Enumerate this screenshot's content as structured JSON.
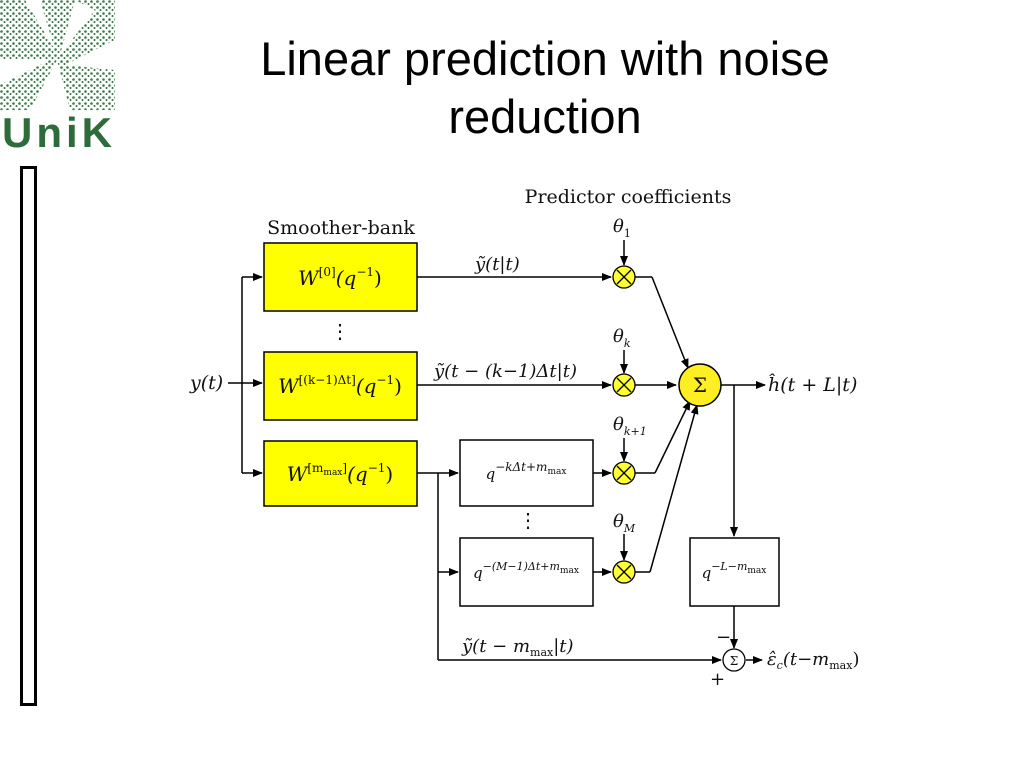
{
  "slide": {
    "title_line1": "Linear prediction with noise",
    "title_line2": "reduction"
  },
  "logo": {
    "text": "UniK",
    "color": "#2e6b3a"
  },
  "diagram": {
    "header_predictor": "Predictor coefficients",
    "header_smoother": "Smoother-bank",
    "input_label": "y(t)",
    "smoother_boxes": [
      {
        "base": "W",
        "sup": "[0]",
        "arg": "(q",
        "arg_sup": "−1",
        "close": ")"
      },
      {
        "base": "W",
        "sup": "[(k−1)Δt]",
        "arg": "(q",
        "arg_sup": "−1",
        "close": ")"
      },
      {
        "base": "W",
        "sup": "[m",
        "sup_sub": "max",
        "sup_end": "]",
        "arg": "(q",
        "arg_sup": "−1",
        "close": ")"
      }
    ],
    "signal_1": "ỹ(t|t)",
    "signal_k": "ỹ(t − (k−1)Δt|t)",
    "theta_1": {
      "base": "θ",
      "sub": "1"
    },
    "theta_k": {
      "base": "θ",
      "sub": "k"
    },
    "theta_k1": {
      "base": "θ",
      "sub": "k+1"
    },
    "theta_M": {
      "base": "θ",
      "sub": "M"
    },
    "delay_1": {
      "base": "q",
      "sup": "−kΔt+m",
      "sup_sub": "max"
    },
    "delay_2": {
      "base": "q",
      "sup": "−(M−1)Δt+m",
      "sup_sub": "max"
    },
    "delay_3": {
      "base": "q",
      "sup": "−L−m",
      "sup_sub": "max"
    },
    "sum_symbol": "Σ",
    "output_h": "ĥ(t + L|t)",
    "bottom_signal": {
      "pre": "ỹ(t − m",
      "sub": "max",
      "post": "|t)"
    },
    "error_output": {
      "pre": "ε̂",
      "sub": "c",
      "mid": "(t−m",
      "sub2": "max",
      "post": ")"
    },
    "minus_sign": "−",
    "plus_sign": "+",
    "dots": "⋮",
    "colors": {
      "box_fill": "#ffff00",
      "multiplier_fill": "#ffff33",
      "sum_fill": "#ffee22",
      "line": "#000000"
    }
  }
}
